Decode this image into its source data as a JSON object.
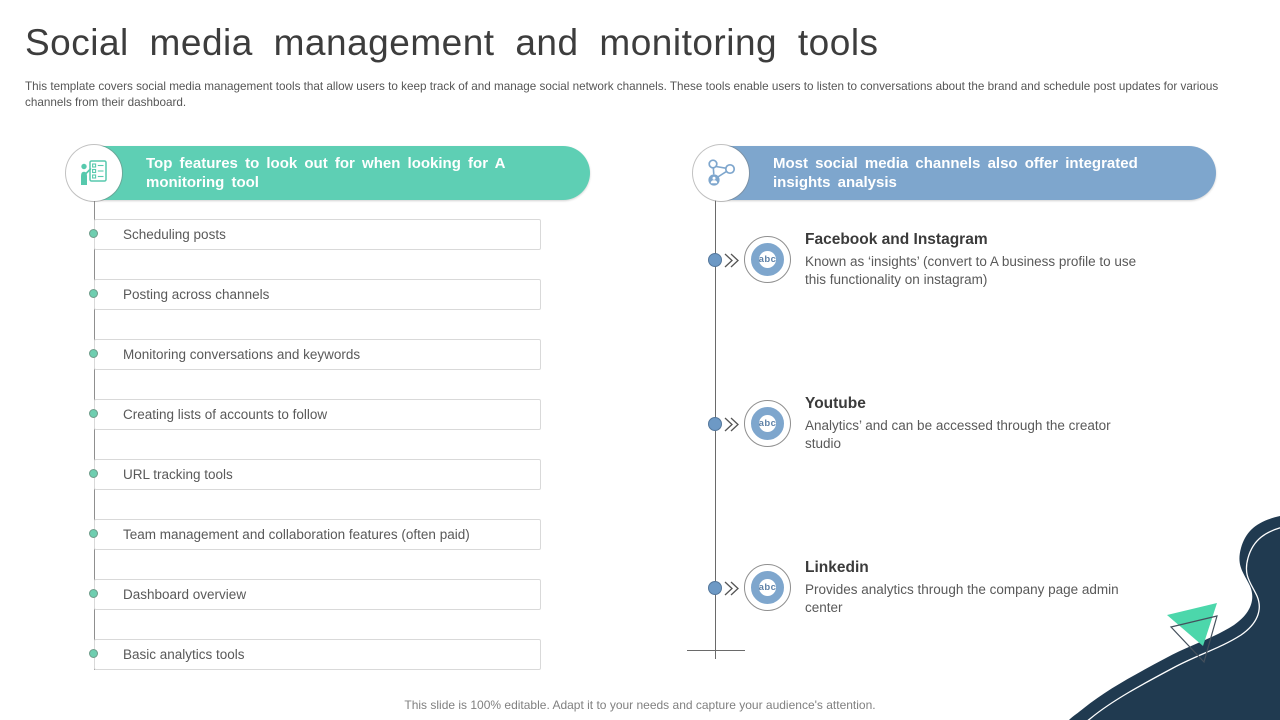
{
  "slide": {
    "title": "Social media management and monitoring tools",
    "subtitle": "This template covers social media management tools that allow users to keep track of and manage social network channels. These tools enable users to listen to conversations about the brand and schedule post updates for various channels from their dashboard.",
    "footer": "This slide is 100% editable. Adapt it to your needs and capture your audience's attention."
  },
  "left_panel": {
    "header": "Top features to look out for when looking for A monitoring tool",
    "icon": "presentation-board-icon",
    "items": [
      "Scheduling posts",
      "Posting across channels",
      "Monitoring conversations and keywords",
      "Creating lists of accounts to follow",
      "URL tracking tools",
      "Team management and collaboration features (often paid)",
      "Dashboard overview",
      "Basic analytics tools"
    ]
  },
  "right_panel": {
    "header": "Most social media channels also offer integrated insights analysis",
    "icon": "network-share-icon",
    "entries": [
      {
        "icon_label": "abc",
        "title": "Facebook and Instagram",
        "description": "Known as ‘insights’ (convert to A business profile to use this functionality on instagram)"
      },
      {
        "icon_label": "abc",
        "title": "Youtube",
        "description": "Analytics’ and can be accessed through the creator studio"
      },
      {
        "icon_label": "abc",
        "title": "Linkedin",
        "description": "Provides analytics through the company page admin center"
      }
    ]
  },
  "colors": {
    "teal_header": "#5ecfb4",
    "blue_header": "#7ea6cd",
    "navy_decoration": "#203a50",
    "teal_triangle": "#4cd7ab",
    "marker_teal": "#6fceb0",
    "marker_blue": "#6d99c5"
  }
}
